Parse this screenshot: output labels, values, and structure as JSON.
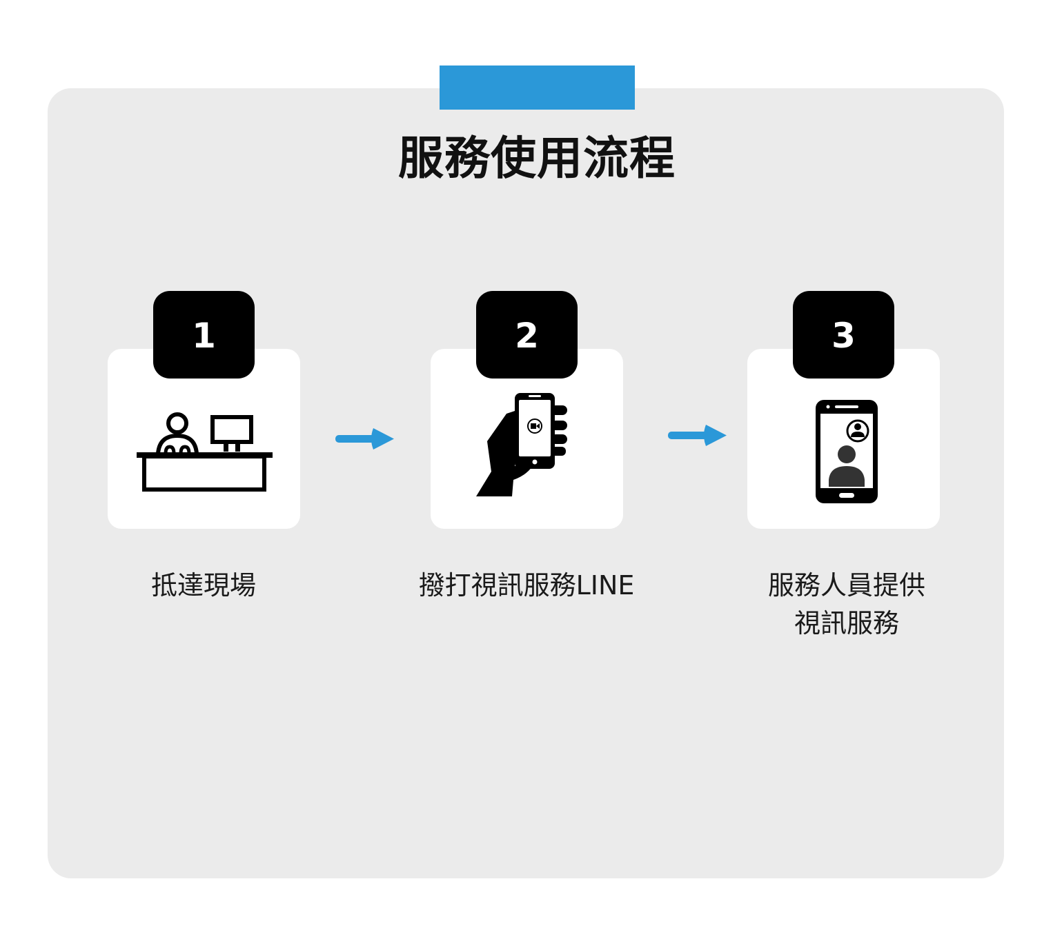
{
  "title": "服務使用流程",
  "colors": {
    "accent": "#2b98d8",
    "panel": "#ebebeb",
    "badge": "#000000"
  },
  "steps": [
    {
      "number": "1",
      "icon": "reception-desk-icon",
      "label_lines": [
        "抵達現場"
      ]
    },
    {
      "number": "2",
      "icon": "hand-holding-phone-video-icon",
      "label_lines": [
        "撥打視訊服務LINE"
      ]
    },
    {
      "number": "3",
      "icon": "phone-video-call-icon",
      "label_lines": [
        "服務人員提供",
        "視訊服務"
      ]
    }
  ],
  "connectors": [
    "arrow-right-icon",
    "arrow-right-icon"
  ]
}
